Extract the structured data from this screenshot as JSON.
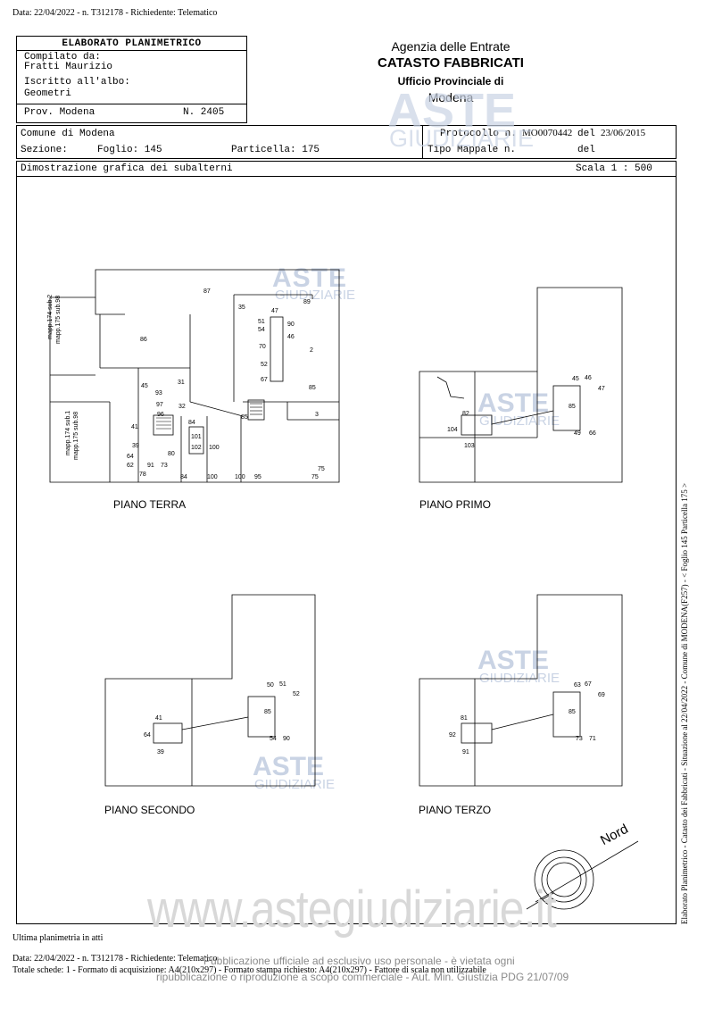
{
  "top_line": "Data: 22/04/2022 - n. T312178 - Richiedente: Telematico",
  "header": {
    "title": "ELABORATO PLANIMETRICO",
    "compilato_label": "Compilato da:",
    "compilato_value": "Fratti Maurizio",
    "iscritto_label": "Iscritto all'albo:",
    "iscritto_value": "Geometri",
    "prov_label": "Prov. Modena",
    "n_label": "N. 2405",
    "agency_1": "Agenzia delle Entrate",
    "agency_2": "CATASTO FABBRICATI",
    "agency_3": "Ufficio Provinciale di",
    "agency_4": "Modena"
  },
  "info": {
    "comune": "Comune di Modena",
    "sezione_label": "Sezione:",
    "foglio": "Foglio: 145",
    "particella": "Particella: 175",
    "protocollo_label": "Protocollo n.",
    "protocollo_value": "MO0070442",
    "del_label": "del",
    "del_value": "23/06/2015",
    "tipo_label": "Tipo Mappale n.",
    "del2_label": "del",
    "dimostrazione": "Dimostrazione grafica dei subalterni",
    "scala": "Scala 1 : 500"
  },
  "floors": {
    "terra": "PIANO TERRA",
    "primo": "PIANO PRIMO",
    "secondo": "PIANO SECONDO",
    "terzo": "PIANO TERZO"
  },
  "terra_numbers": {
    "n87": "87",
    "n35": "35",
    "n89": "89",
    "n47": "47",
    "n51": "51",
    "n54": "54",
    "n90": "90",
    "n46": "46",
    "n70": "70",
    "n52": "52",
    "n2": "2",
    "n67": "67",
    "n85a": "85",
    "n85b": "85",
    "n3": "3",
    "n86": "86",
    "n45": "45",
    "n93": "93",
    "n97": "97",
    "n96": "96",
    "n31": "31",
    "n32": "32",
    "n41": "41",
    "n39": "39",
    "n64": "64",
    "n62": "62",
    "n91": "91",
    "n73": "73",
    "n78": "78",
    "n80": "80",
    "n84a": "84",
    "n101": "101",
    "n102": "102",
    "n100a": "100",
    "n84b": "84",
    "n100b": "100",
    "n100c": "100",
    "n95": "95",
    "n75a": "75",
    "n75b": "75",
    "mapp1": "mapp.174 sub.2",
    "mapp2": "mapp.175 sub.98",
    "mapp3": "mapp.174 sub.1",
    "mapp4": "mapp.175 sub.98"
  },
  "primo_numbers": {
    "n82": "82",
    "n104": "104",
    "n103": "103",
    "n45": "45",
    "n46": "46",
    "n47": "47",
    "n85": "85",
    "n49": "49",
    "n66": "66"
  },
  "secondo_numbers": {
    "n41": "41",
    "n64": "64",
    "n39": "39",
    "n50": "50",
    "n51": "51",
    "n52": "52",
    "n85": "85",
    "n54": "54",
    "n90": "90"
  },
  "terzo_numbers": {
    "n81": "81",
    "n92": "92",
    "n91": "91",
    "n63": "63",
    "n67": "67",
    "n69": "69",
    "n85": "85",
    "n73": "73",
    "n71": "71"
  },
  "nord": "Nord",
  "watermark": {
    "aste": "ASTE",
    "giudiziarie": "GIUDIZIARIE",
    "site": "www.astegiudiziarie.it"
  },
  "footer": {
    "ultima": "Ultima planimetria in atti",
    "line1": "Data: 22/04/2022 - n. T312178 - Richiedente: Telematico",
    "line2": "Totale schede: 1 - Formato di acquisizione: A4(210x297) - Formato stampa richiesto: A4(210x297) - Fattore di scala non utilizzabile",
    "pub1": "Pubblicazione ufficiale ad esclusivo uso personale - è vietata ogni",
    "pub2": "ripubblicazione o riproduzione a scopo commerciale - Aut. Min. Giustizia PDG 21/07/09"
  },
  "side_text": "Elaborato Planimetrico - Catasto dei Fabbricati - Situazione al 22/04/2022 - Comune di MODENA(F257) - < Foglio 145 Particella 175 >"
}
